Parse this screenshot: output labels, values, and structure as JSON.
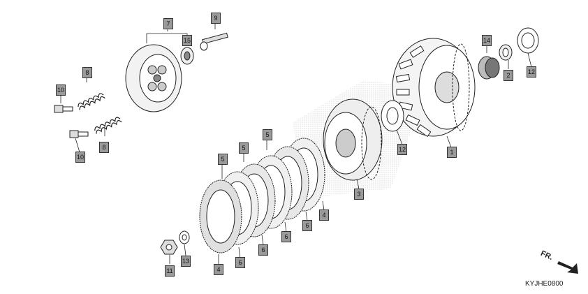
{
  "diagram": {
    "code": "KYJHE0800",
    "direction_label": "FR.",
    "callouts": [
      {
        "id": "c7a",
        "label": "7"
      },
      {
        "id": "c9",
        "label": "9"
      },
      {
        "id": "c15",
        "label": "15"
      },
      {
        "id": "c8a",
        "label": "8"
      },
      {
        "id": "c10a",
        "label": "10"
      },
      {
        "id": "c10b",
        "label": "10"
      },
      {
        "id": "c8b",
        "label": "8"
      },
      {
        "id": "c14",
        "label": "14"
      },
      {
        "id": "c2",
        "label": "2"
      },
      {
        "id": "c12a",
        "label": "12"
      },
      {
        "id": "c1",
        "label": "1"
      },
      {
        "id": "c12b",
        "label": "12"
      },
      {
        "id": "c3",
        "label": "3"
      },
      {
        "id": "c5a",
        "label": "5"
      },
      {
        "id": "c5b",
        "label": "5"
      },
      {
        "id": "c5c",
        "label": "5"
      },
      {
        "id": "c4a",
        "label": "4"
      },
      {
        "id": "c6a",
        "label": "6"
      },
      {
        "id": "c6b",
        "label": "6"
      },
      {
        "id": "c6c",
        "label": "6"
      },
      {
        "id": "c6d",
        "label": "6"
      },
      {
        "id": "c4b",
        "label": "4"
      },
      {
        "id": "c11",
        "label": "11"
      },
      {
        "id": "c13",
        "label": "13"
      }
    ]
  }
}
